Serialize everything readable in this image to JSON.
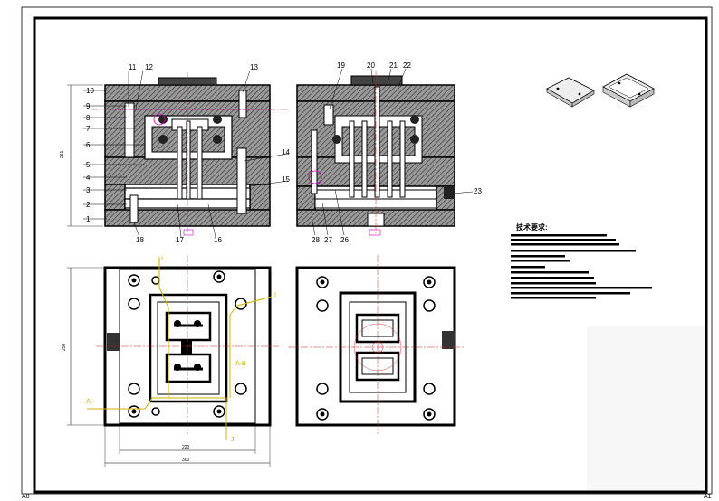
{
  "callouts_left": [
    "10",
    "9",
    "8",
    "7",
    "6",
    "5",
    "4",
    "3",
    "2",
    "1"
  ],
  "callouts_top_left": [
    "11",
    "12",
    "13"
  ],
  "callouts_top_right": [
    "19",
    "20",
    "21",
    "22"
  ],
  "callouts_right": [
    "14",
    "15"
  ],
  "callouts_bottom_left": [
    "18",
    "17",
    "16"
  ],
  "callouts_bottom_right": [
    "28",
    "27",
    "26"
  ],
  "callout_23": "23",
  "dimensions": {
    "side_height": "261",
    "plan_height": "250",
    "plan_width_inner": "220",
    "plan_width_outer": "300"
  },
  "section_marks": {
    "a": "I",
    "b": "I",
    "c": "J",
    "d": "A",
    "e": "A-B"
  },
  "tech_requirements_title": "技术要求:",
  "corner_labels": {
    "bottom_left": "A0",
    "bottom_right": "A1"
  },
  "colors": {
    "line": "#000000",
    "hatch": "#555555",
    "centerline": "#d02020",
    "annotation": "#c000c0",
    "leader": "#d4b000",
    "thumb": "#eeeeee"
  }
}
